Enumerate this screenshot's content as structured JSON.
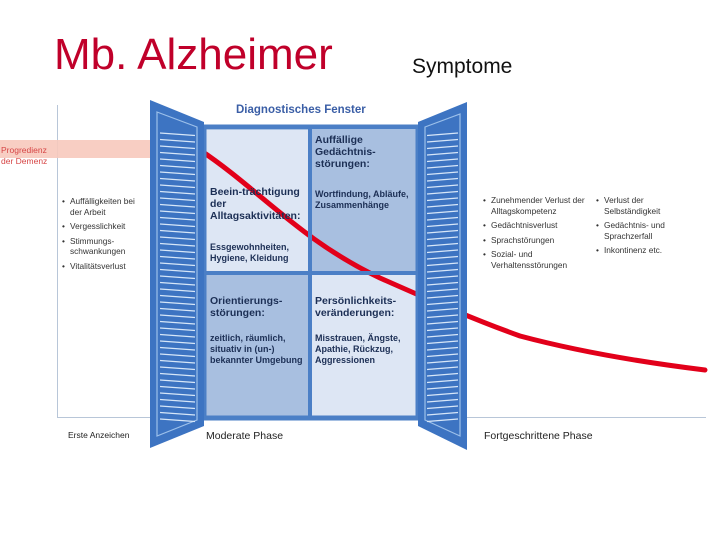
{
  "slide": {
    "title": "Mb. Alzheimer",
    "subtitle": "Symptome"
  },
  "diagram": {
    "window_title": "Diagnostisches Fenster",
    "progression_label_line1": "Progredienz",
    "progression_label_line2": "der Demenz",
    "early_symptoms": [
      "Auffälligkeiten bei der Arbeit",
      "Vergesslichkeit",
      "Stimmungs-schwankungen",
      "Vitalitätsverlust"
    ],
    "panes": {
      "top_left": {
        "heading": "Beein-trächtigung der Alltagsaktivitäten:",
        "detail": "Essgewohnheiten, Hygiene, Kleidung"
      },
      "top_right": {
        "heading": "Auffällige Gedächtnis-störungen:",
        "detail": "Wortfindung, Abläufe, Zusammenhänge"
      },
      "bottom_left": {
        "heading": "Orientierungs-störungen:",
        "detail": "zeitlich, räumlich, situativ in (un-) bekannter Umgebung"
      },
      "bottom_right": {
        "heading": "Persönlichkeits-veränderungen:",
        "detail": "Misstrauen, Ängste, Apathie, Rückzug, Aggressionen"
      }
    },
    "advanced_symptoms_col1": [
      "Zunehmender Verlust der Alltagskompetenz",
      "Gedächtnisverlust",
      "Sprachstörungen",
      "Sozial- und Verhaltensstörungen"
    ],
    "advanced_symptoms_col2": [
      "Verlust der Selbständigkeit",
      "Gedächtnis- und Sprachzerfall",
      "Inkontinenz etc."
    ],
    "phases": {
      "first_signs": "Erste Anzeichen",
      "moderate": "Moderate Phase",
      "advanced": "Fortgeschrittene Phase"
    },
    "colors": {
      "curve": "#e2001a",
      "shutter": "#3d74c2",
      "pane_light": "#dde6f4",
      "pane_mid": "#a8bfe0",
      "frame": "#4b7fc6"
    }
  }
}
